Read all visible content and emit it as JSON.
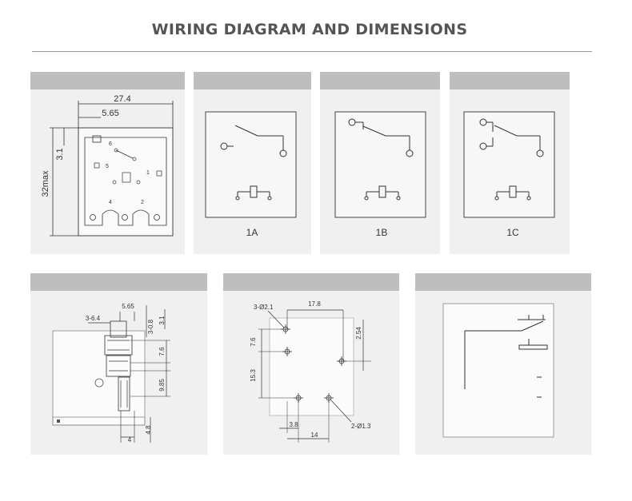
{
  "title": "WIRING DIAGRAM AND DIMENSIONS",
  "panels": {
    "dims_top": {
      "width": "27.4",
      "offset": "5.65",
      "height": "32max",
      "height_small": "3.1",
      "pins": [
        "6",
        "5",
        "1",
        "4",
        "2"
      ]
    },
    "config_1a": {
      "label": "1A"
    },
    "config_1b": {
      "label": "1B"
    },
    "config_1c": {
      "label": "1C"
    },
    "dims_side": {
      "d1": "5.65",
      "d2": "3-6.4",
      "d3": "3-0.8",
      "d4": "3.1",
      "d5": "7.6",
      "d6": "9.85",
      "d7": "4",
      "d8": "4.8"
    },
    "pcb": {
      "d1": "3-Ø2.1",
      "d2": "17.8",
      "d3": "2.54",
      "d4": "7.6",
      "d5": "15.3",
      "d6": "3.8",
      "d7": "14",
      "d8": "2-Ø1.3"
    }
  }
}
